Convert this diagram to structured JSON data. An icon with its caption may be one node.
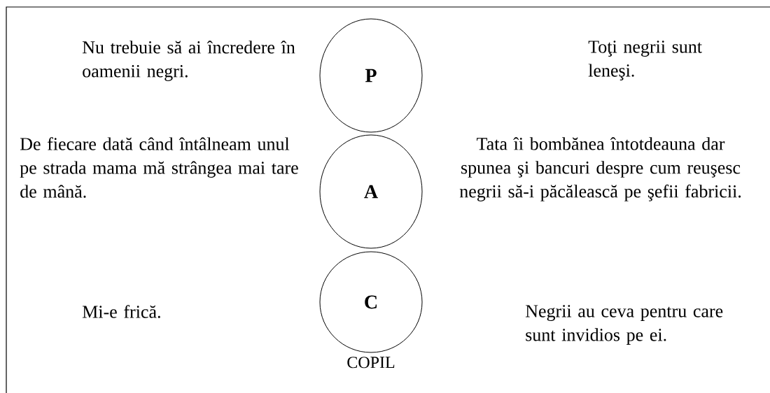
{
  "diagram": {
    "nodes": [
      {
        "text": [
          "P"
        ]
      },
      {
        "text": [
          "A"
        ]
      },
      {
        "text": [
          "C"
        ],
        "beside": [
          "COPIL"
        ]
      }
    ],
    "labels": [
      "Nu trebuie să ai încredere în oamenii negri.",
      "Toţi negrii sunt leneşi.",
      "De fiecare dată când întâlneam unul pe strada mama mă strângea mai tare de mână.",
      "Tata îi bombănea întotdeauna dar spunea şi bancuri despre cum reuşesc negrii să-i păcălească pe şefii fabricii.",
      "Mi-e frică.",
      "Negrii au ceva pentru care sunt invidios pe ei."
    ]
  }
}
